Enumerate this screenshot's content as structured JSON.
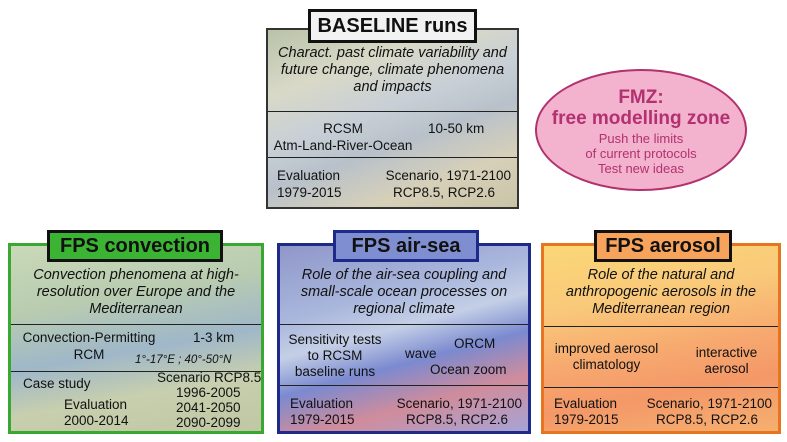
{
  "baseline": {
    "title": "BASELINE runs",
    "description": "Charact. past climate variability and future change, climate phenomena and impacts",
    "model": "RCSM",
    "components": "Atm-Land-River-Ocean",
    "resolution": "10-50 km",
    "evaluation_label": "Evaluation",
    "evaluation_period": "1979-2015",
    "scenario": "Scenario, 1971-2100",
    "rcps": "RCP8.5, RCP2.6",
    "border_color": "#333333"
  },
  "fmz": {
    "title_line1": "FMZ:",
    "title_line2": "free modelling zone",
    "line1": "Push the limits",
    "line2": "of current protocols",
    "line3": "Test new ideas",
    "color": "#b2316f",
    "fill": "#f3b2ce"
  },
  "convection": {
    "title": "FPS convection",
    "description": "Convection phenomena at high-resolution over Europe and the Mediterranean",
    "model_line1": "Convection-Permitting",
    "model_line2": "RCM",
    "resolution": "1-3 km",
    "domain": "1°-17°E ; 40°-50°N",
    "case_study": "Case study",
    "scenario": "Scenario RCP8.5",
    "period1": "1996-2005",
    "period2": "2041-2050",
    "period3": "2090-2099",
    "evaluation_label": "Evaluation",
    "evaluation_period": "2000-2014",
    "title_fill": "#3cb433",
    "border_color": "#38a830"
  },
  "airsea": {
    "title": "FPS air-sea",
    "description": "Role of the air-sea coupling and small-scale ocean processes on regional climate",
    "sens_line1": "Sensitivity tests",
    "sens_line2": "to RCSM",
    "sens_line3": "baseline runs",
    "wave": "wave",
    "orcm": "ORCM",
    "ocean_zoom": "Ocean zoom",
    "evaluation_label": "Evaluation",
    "evaluation_period": "1979-2015",
    "scenario": "Scenario, 1971-2100",
    "rcps": "RCP8.5, RCP2.6",
    "title_fill": "#7f8ed0",
    "border_color": "#1d2a8a"
  },
  "aerosol": {
    "title": "FPS aerosol",
    "description": "Role of the natural and anthropogenic aerosols in the Mediterranean region",
    "improved_line1": "improved aerosol",
    "improved_line2": "climatology",
    "interactive_line1": "interactive",
    "interactive_line2": "aerosol",
    "evaluation_label": "Evaluation",
    "evaluation_period": "1979-2015",
    "scenario": "Scenario, 1971-2100",
    "rcps": "RCP8.5, RCP2.6",
    "title_fill": "#f7a35c",
    "border_color": "#e8741e"
  }
}
